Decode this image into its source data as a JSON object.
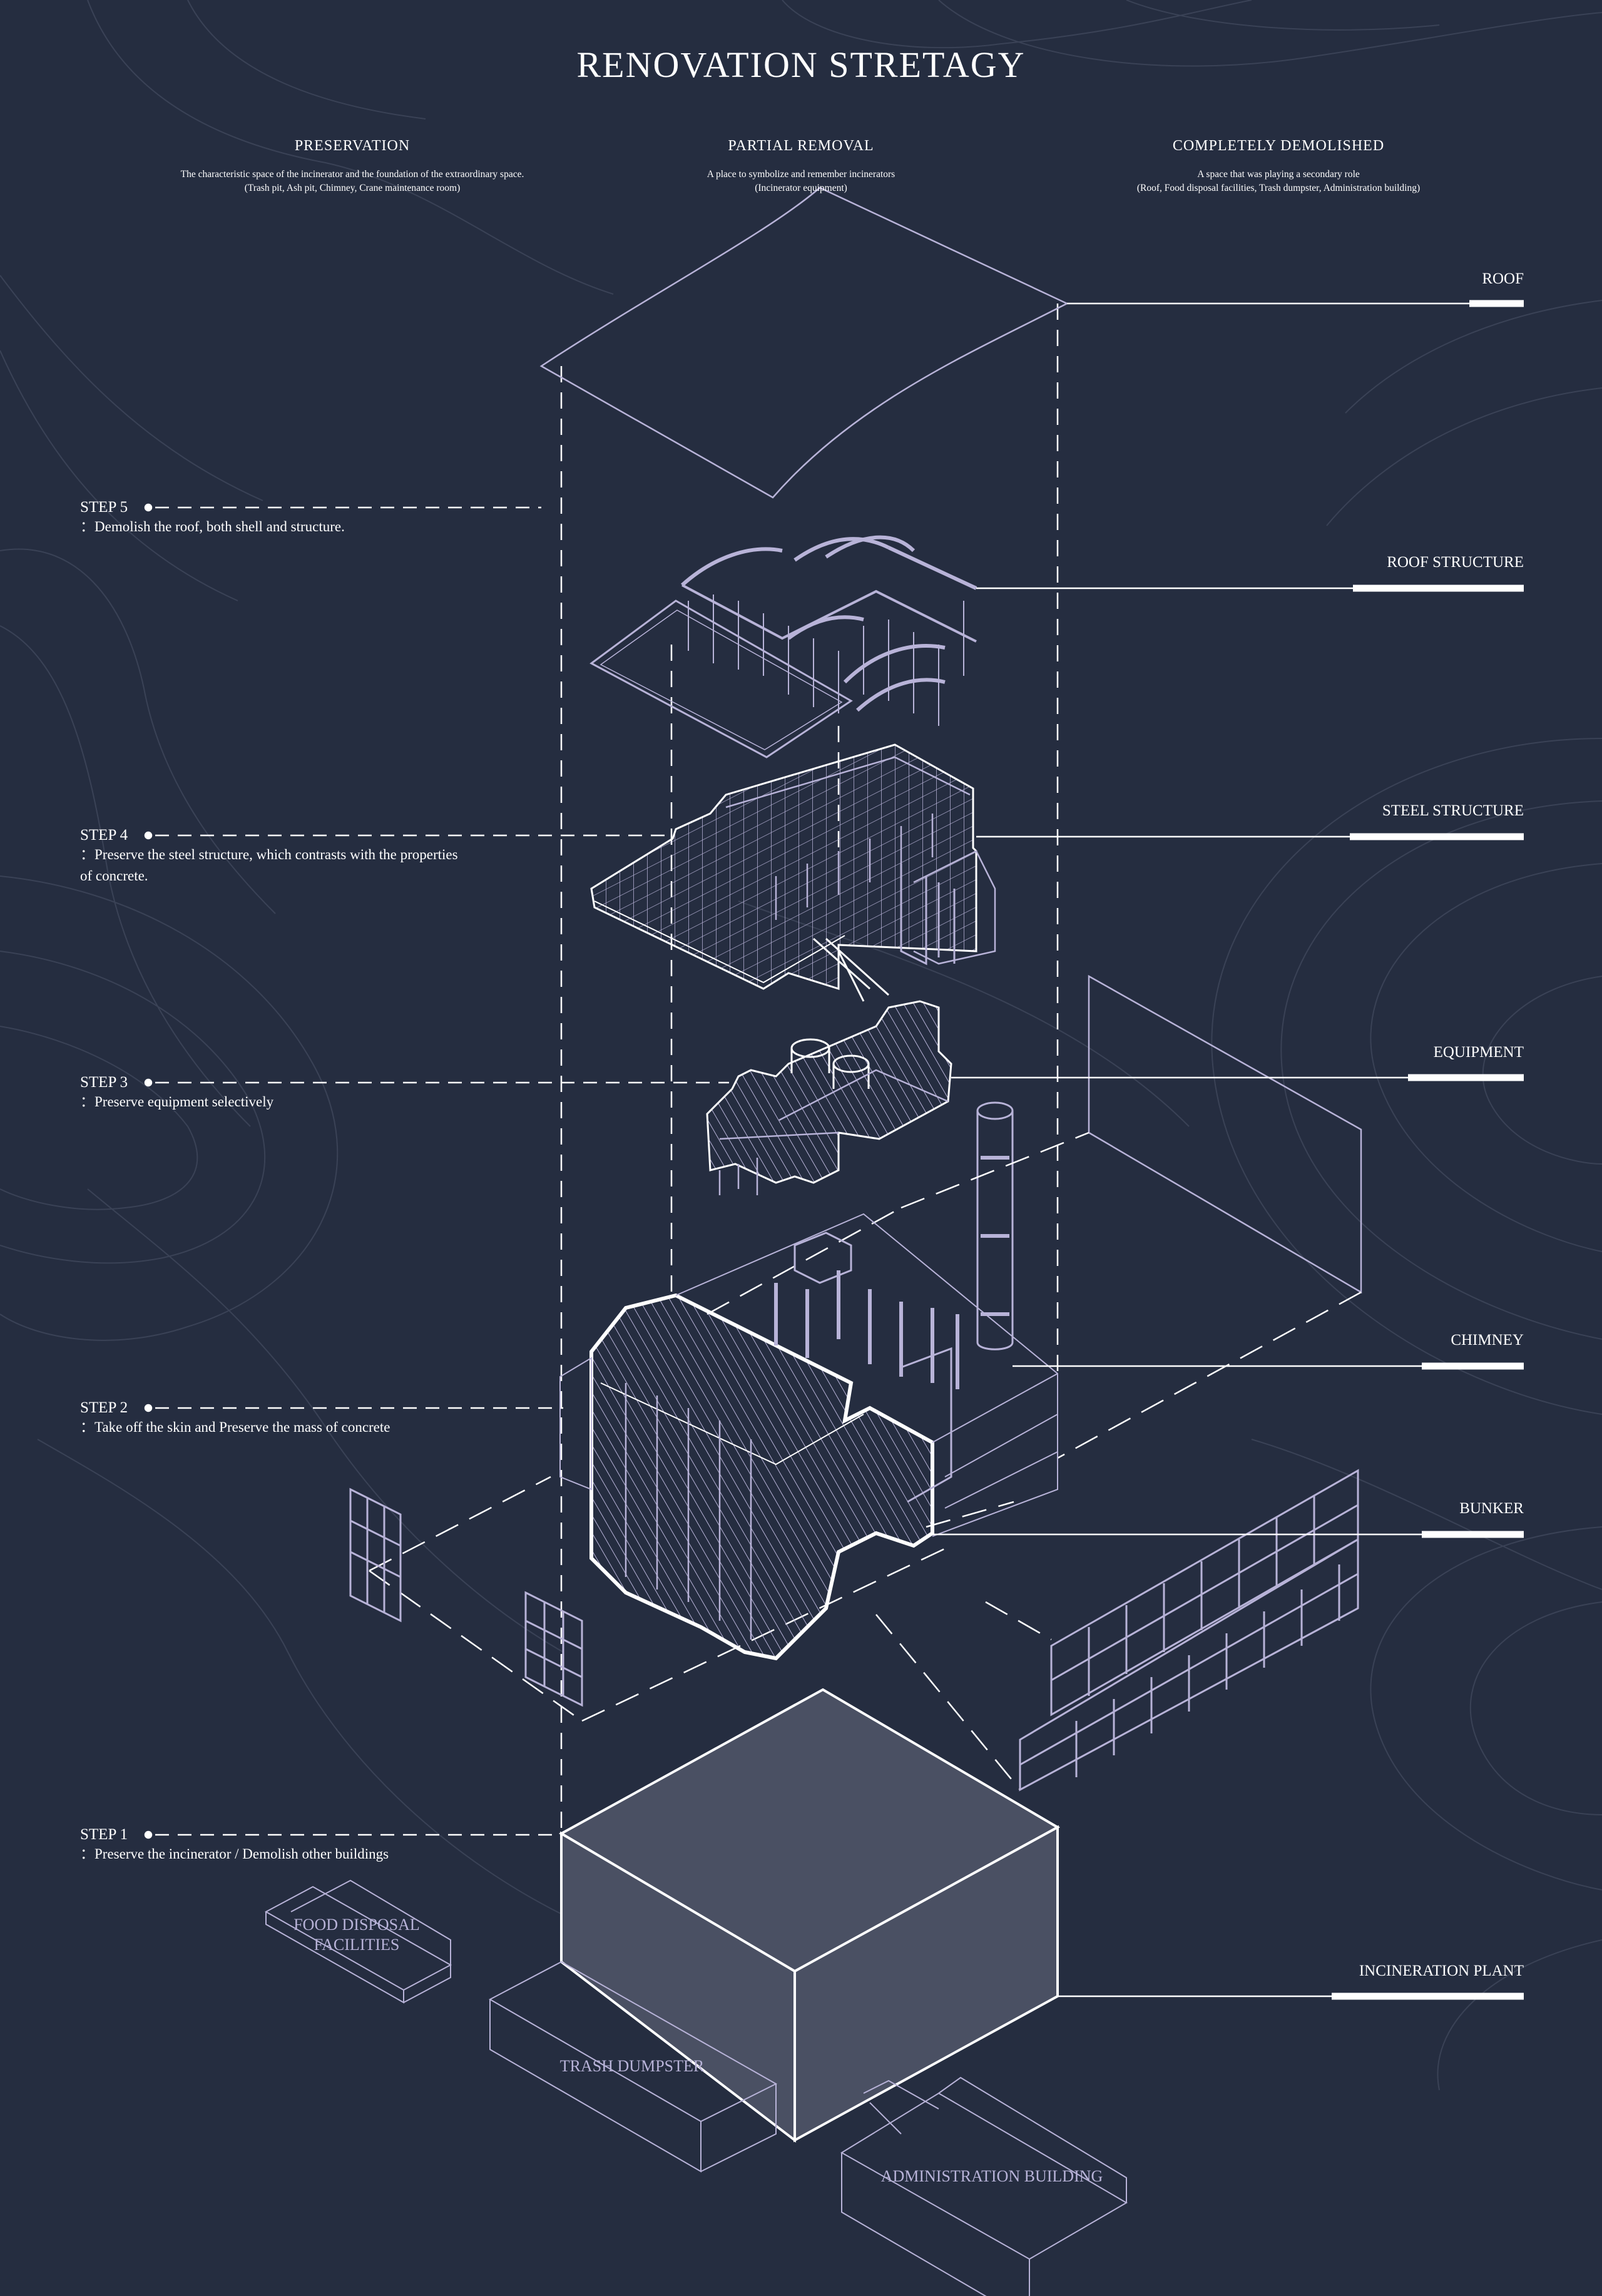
{
  "title": "RENOVATION STRETAGY",
  "columns": [
    {
      "heading": "PRESERVATION",
      "desc1": "The characteristic space of the incinerator and the foundation of the extraordinary space.",
      "desc2": "(Trash pit, Ash pit, Chimney, Crane maintenance room)"
    },
    {
      "heading": "PARTIAL REMOVAL",
      "desc1": "A place to symbolize and remember incinerators",
      "desc2": "(Incinerator equipment)"
    },
    {
      "heading": "COMPLETELY DEMOLISHED",
      "desc1": "A space that was playing a secondary role",
      "desc2": "(Roof, Food disposal facilities, Trash dumpster, Administration building)"
    }
  ],
  "layers": {
    "roof": "ROOF",
    "roof_structure": "ROOF STRUCTURE",
    "steel_structure": "STEEL STRUCTURE",
    "equipment": "EQUIPMENT",
    "chimney": "CHIMNEY",
    "bunker": "BUNKER",
    "incineration_plant": "INCINERATION PLANT"
  },
  "steps": [
    {
      "title": "STEP 5",
      "line1": "：Demolish the roof, both shell and structure.",
      "line2": ""
    },
    {
      "title": "STEP 4",
      "line1": "：Preserve the steel structure, which contrasts with the properties",
      "line2": "of concrete."
    },
    {
      "title": "STEP 3",
      "line1": "：Preserve equipment selectively",
      "line2": ""
    },
    {
      "title": "STEP 2",
      "line1": "：Take off the skin and Preserve the mass of concrete",
      "line2": ""
    },
    {
      "title": "STEP 1",
      "line1": "：Preserve the incinerator / Demolish other buildings",
      "line2": ""
    }
  ],
  "buildings": {
    "food_line1": "FOOD DISPOSAL",
    "food_line2": "FACILITIES",
    "trash": "TRASH DUMPSTER",
    "admin": "ADMINISTRATION BUILDING"
  },
  "colors": {
    "background": "#252d40",
    "line": "#ffffff",
    "accent": "#b8b3d8",
    "contour": "#3a4256"
  }
}
